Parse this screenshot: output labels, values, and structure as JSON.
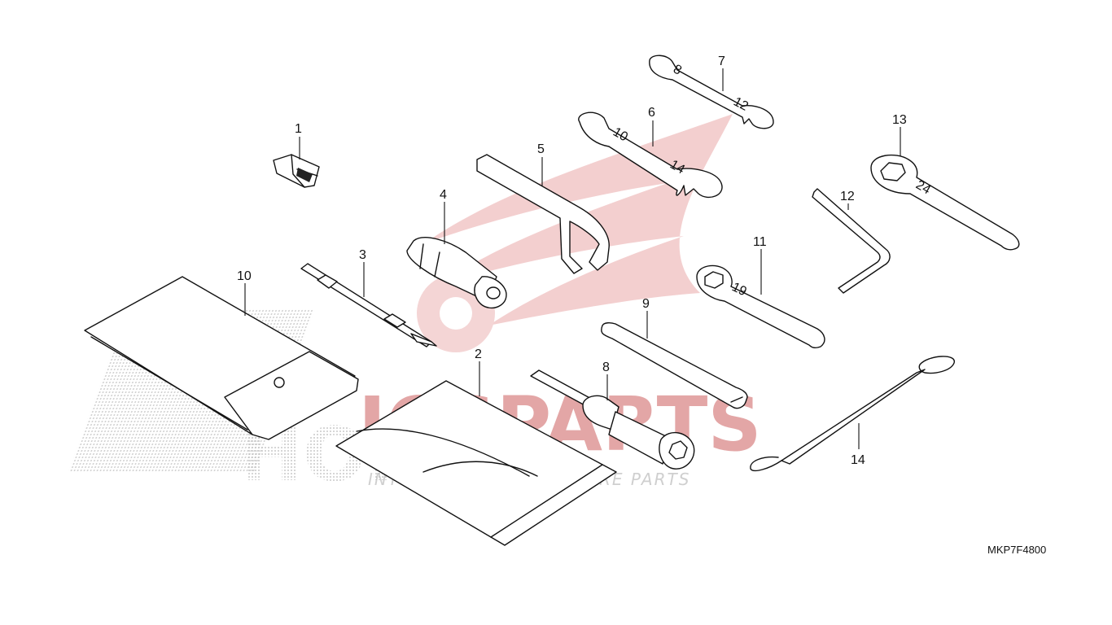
{
  "diagram": {
    "reference_code": "MKP7F4800",
    "callouts": [
      "1",
      "2",
      "3",
      "4",
      "5",
      "6",
      "7",
      "8",
      "9",
      "10",
      "11",
      "12",
      "13",
      "14"
    ],
    "wrench_markings": {
      "part6_a": "10",
      "part6_b": "14",
      "part7_a": "8",
      "part7_b": "12",
      "part11": "19",
      "part13": "24"
    }
  },
  "watermark": {
    "logo": "ICSPARTS",
    "tagline": "INTERCONTINENTAL SPARE PARTS",
    "brand": "HONDA",
    "color_red": "#e8a3a3",
    "color_gray": "#c8c8c8"
  }
}
